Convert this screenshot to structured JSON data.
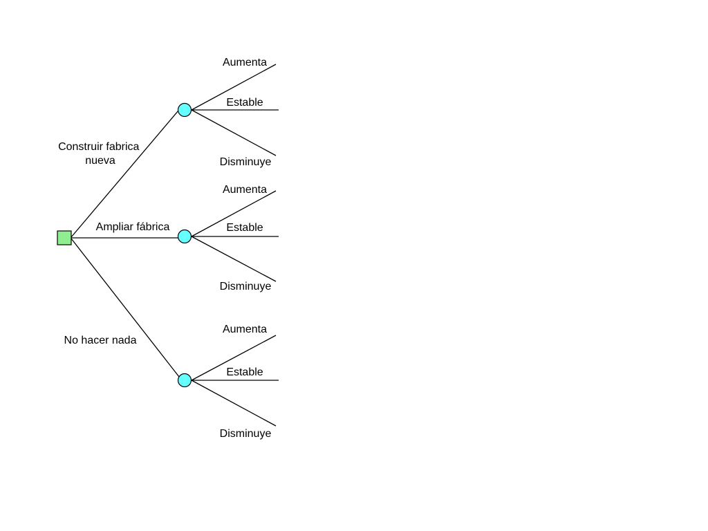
{
  "diagram": {
    "type": "decision-tree",
    "colors": {
      "decision_node": "#90ee90",
      "chance_node": "#66ffff",
      "line": "#000000",
      "background": "#ffffff"
    },
    "decision": {
      "options": [
        {
          "label_lines": [
            "Construir fabrica",
            "nueva"
          ]
        },
        {
          "label_lines": [
            "Ampliar fábrica"
          ]
        },
        {
          "label_lines": [
            "No hacer nada"
          ]
        }
      ]
    },
    "outcomes": {
      "up": "Aumenta",
      "stable": "Estable",
      "down": "Disminuye"
    }
  }
}
